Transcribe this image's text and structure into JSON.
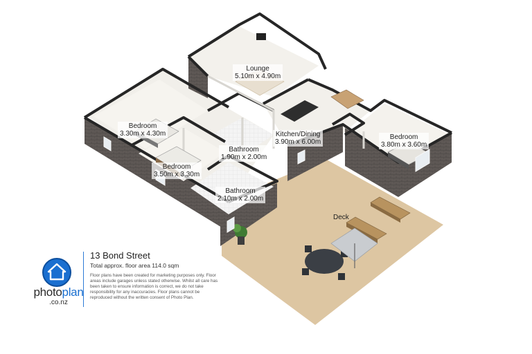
{
  "property": {
    "address": "13 Bond Street",
    "floor_area": "Total approx. floor area 114.0 sqm",
    "disclaimer": "Floor plans have been created for marketing purposes only. Floor areas include garages unless stated otherwise. Whilst all care has been taken to ensure information is correct, we do not take responsibility for any inaccuracies. Floor plans cannot be reproduced without the written consent of Photo Plan."
  },
  "brand": {
    "name_part1": "photo",
    "name_part2": "plan",
    "domain": ".co.nz"
  },
  "rooms": [
    {
      "id": "lounge",
      "name": "Lounge",
      "dims": "5.10m x 4.90m"
    },
    {
      "id": "bedroom-1",
      "name": "Bedroom",
      "dims": "3.30m x 4.30m"
    },
    {
      "id": "kitchen-dining",
      "name": "Kitchen/Dining",
      "dims": "3.90m x 6.00m"
    },
    {
      "id": "bedroom-2",
      "name": "Bedroom",
      "dims": "3.80m x 3.60m"
    },
    {
      "id": "bathroom-1",
      "name": "Bathroom",
      "dims": "1.90m x 2.00m"
    },
    {
      "id": "bedroom-3",
      "name": "Bedroom",
      "dims": "3.50m x 3.30m"
    },
    {
      "id": "bathroom-2",
      "name": "Bathroom",
      "dims": "2.10m x 2.00m"
    },
    {
      "id": "deck",
      "name": "Deck",
      "dims": ""
    }
  ],
  "colors": {
    "floor": "#f2efe9",
    "wall_top": "#2b2b2b",
    "brick": "#5a5552",
    "deck": "#dcc49f",
    "brand_blue": "#1a6fd0"
  }
}
